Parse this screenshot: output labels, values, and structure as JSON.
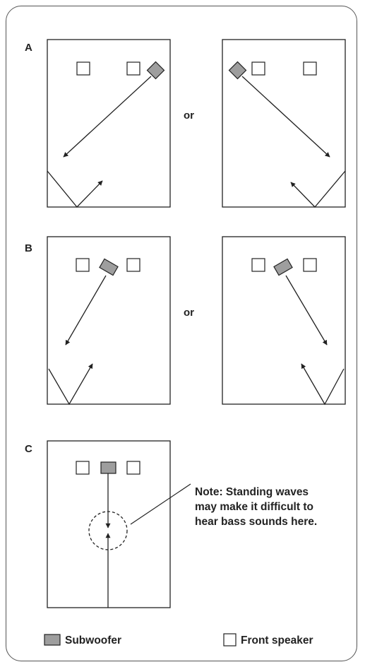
{
  "sections": [
    {
      "label": "A",
      "separator": "or"
    },
    {
      "label": "B",
      "separator": "or"
    },
    {
      "label": "C"
    }
  ],
  "note": {
    "lines": [
      "Note: Standing waves",
      "may make it difficult to",
      "hear bass sounds here."
    ]
  },
  "legend": {
    "subwoofer": "Subwoofer",
    "front_speaker": "Front speaker"
  },
  "colors": {
    "subwoofer_fill": "#9e9e9e",
    "line": "#222222",
    "frame": "#555555"
  }
}
